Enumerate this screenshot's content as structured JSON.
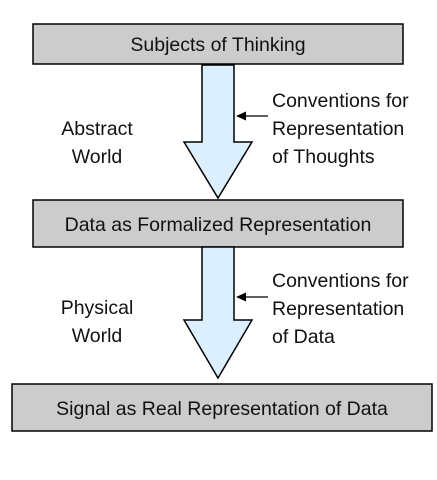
{
  "boxes": {
    "top": "Subjects of Thinking",
    "middle": "Data as Formalized Representation",
    "bottom": "Signal as Real Representation of Data"
  },
  "worlds": {
    "abstract": [
      "Abstract",
      "World"
    ],
    "physical": [
      "Physical",
      "World"
    ]
  },
  "conventions": {
    "thoughts": [
      "Conventions for",
      "Representation",
      "of Thoughts"
    ],
    "data": [
      "Conventions for",
      "Representation",
      "of Data"
    ]
  },
  "colors": {
    "box_fill": "#cccccc",
    "arrow_fill": "#dcefff",
    "stroke": "#000000"
  }
}
